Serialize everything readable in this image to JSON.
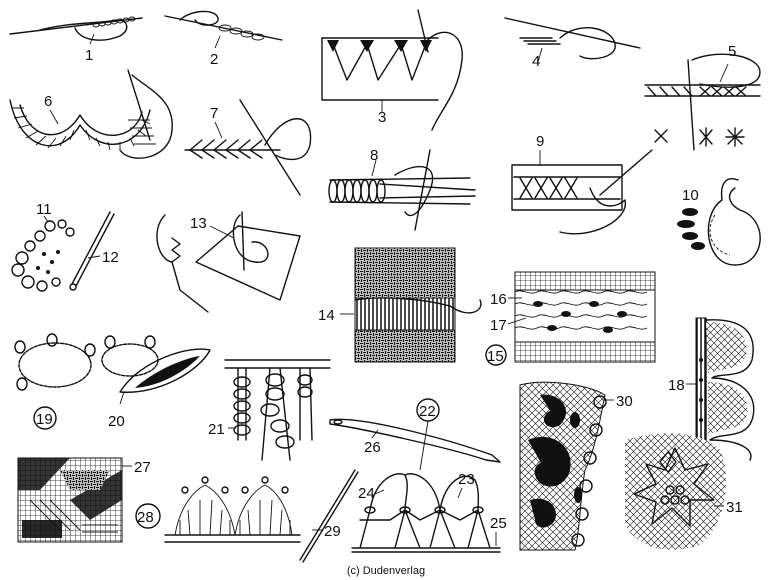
{
  "labels": {
    "n1": "1",
    "n2": "2",
    "n3": "3",
    "n4": "4",
    "n5": "5",
    "n6": "6",
    "n7": "7",
    "n8": "8",
    "n9": "9",
    "n10": "10",
    "n11": "11",
    "n12": "12",
    "n13": "13",
    "n14": "14",
    "n15": "15",
    "n16": "16",
    "n17": "17",
    "n18": "18",
    "n19": "19",
    "n20": "20",
    "n21": "21",
    "n22": "22",
    "n23": "23",
    "n24": "24",
    "n25": "25",
    "n26": "26",
    "n27": "27",
    "n28": "28",
    "n29": "29",
    "n30": "30",
    "n31": "31"
  },
  "credit": "(c) Dudenverlag"
}
